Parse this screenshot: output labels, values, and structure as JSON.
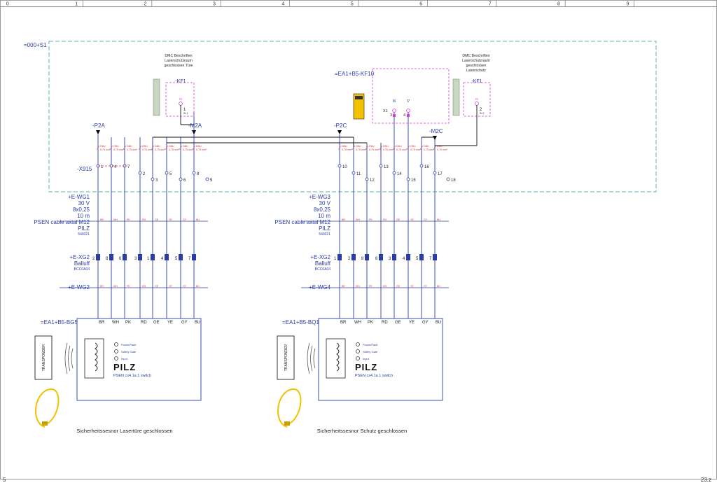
{
  "ruler": {
    "columns": [
      "0",
      "1",
      "2",
      "3",
      "4",
      "5",
      "6",
      "7",
      "8",
      "9"
    ]
  },
  "page": {
    "number_left": "5",
    "number_right": "23.z"
  },
  "colors": {
    "blue": "#2a3ca8",
    "black": "#1a1a1a",
    "red": "#e03030",
    "magenta": "#d63bd6",
    "teal": "#5ab5b0",
    "yellow": "#f2c200"
  },
  "frame": {
    "label": "=000+S1"
  },
  "wire_spec": {
    "color": "DBU",
    "cross_section": "0,75 mm²"
  },
  "terminal_strip": {
    "label": "-X915"
  },
  "left": {
    "potential_top": "-P2A",
    "potential_mid": "-M2A",
    "terminals": [
      "1",
      "4",
      "7",
      "2",
      "3",
      "5",
      "6",
      "8",
      "9"
    ],
    "dmc": {
      "lines": [
        "DMC Beschriften",
        "Laserschutzraum",
        "geschlossen Türe"
      ],
      "device": "-KF1",
      "pin": "1",
      "pin_code": "I0",
      "pin_sub": "IN 1"
    },
    "cable": {
      "id": "+E-WG1",
      "voltage": "30 V",
      "cores": "8x0,25",
      "length": "10 m",
      "type": "PSEN cable axial M12",
      "maker": "PILZ",
      "part": "540321"
    },
    "connector": {
      "id": "+E-XG2",
      "maker": "Balluff",
      "part": "BCC0A04",
      "pins": [
        "2",
        "8",
        "6",
        "3",
        "1",
        "4",
        "5",
        "7"
      ]
    },
    "cable2": {
      "id": "+E-WG2"
    },
    "device": {
      "id": "=EA1+B5-BG5",
      "brand": "PILZ",
      "model": "PSEN cs4.1a 1 switch",
      "leds": [
        "Power/Fault",
        "Safety Gate",
        "Input"
      ],
      "transponder": "TRANSPONDER"
    },
    "caption": "Sicherheitssesnor Lasertüre geschlossen"
  },
  "right": {
    "potential_top": "-P2C",
    "potential_mid": "-M2C",
    "relay": {
      "id": "=EA1+B5-KF10",
      "i6": "I6",
      "i7": "I7",
      "x1": "X1",
      "t3": "3",
      "t4": "4"
    },
    "terminals": [
      "10",
      "11",
      "12",
      "13",
      "14",
      "15",
      "16",
      "17",
      "18"
    ],
    "dmc": {
      "lines": [
        "DMC Beschriften",
        "Laserschutzraum",
        "geschlossen",
        "Laserschutz"
      ],
      "device": "-KF1",
      "pin": "2",
      "pin_code": "I0",
      "pin_sub": "IN 2"
    },
    "cable": {
      "id": "+E-WG3",
      "voltage": "30 V",
      "cores": "8x0,25",
      "length": "10 m",
      "type": "PSEN cable axial M12",
      "maker": "PILZ",
      "part": "540321"
    },
    "connector": {
      "id": "+E-XG2",
      "maker": "Balluff",
      "part": "BCC0A04",
      "pins": [
        "1",
        "2",
        "8",
        "6",
        "3",
        "4",
        "5",
        "7"
      ]
    },
    "cable2": {
      "id": "+E-WG4"
    },
    "device": {
      "id": "=EA1+B5-BQ1",
      "brand": "PILZ",
      "model": "PSEN cs4.1a 1 switch",
      "leds": [
        "Power/Fault",
        "Safety Gate",
        "Input"
      ],
      "transponder": "TRANSPONDER"
    },
    "caption": "Sicherheitssesnor Schutz geschlossen"
  },
  "cores": [
    "BR",
    "WH",
    "PK",
    "RD",
    "GE",
    "YE",
    "GY",
    "BU"
  ]
}
